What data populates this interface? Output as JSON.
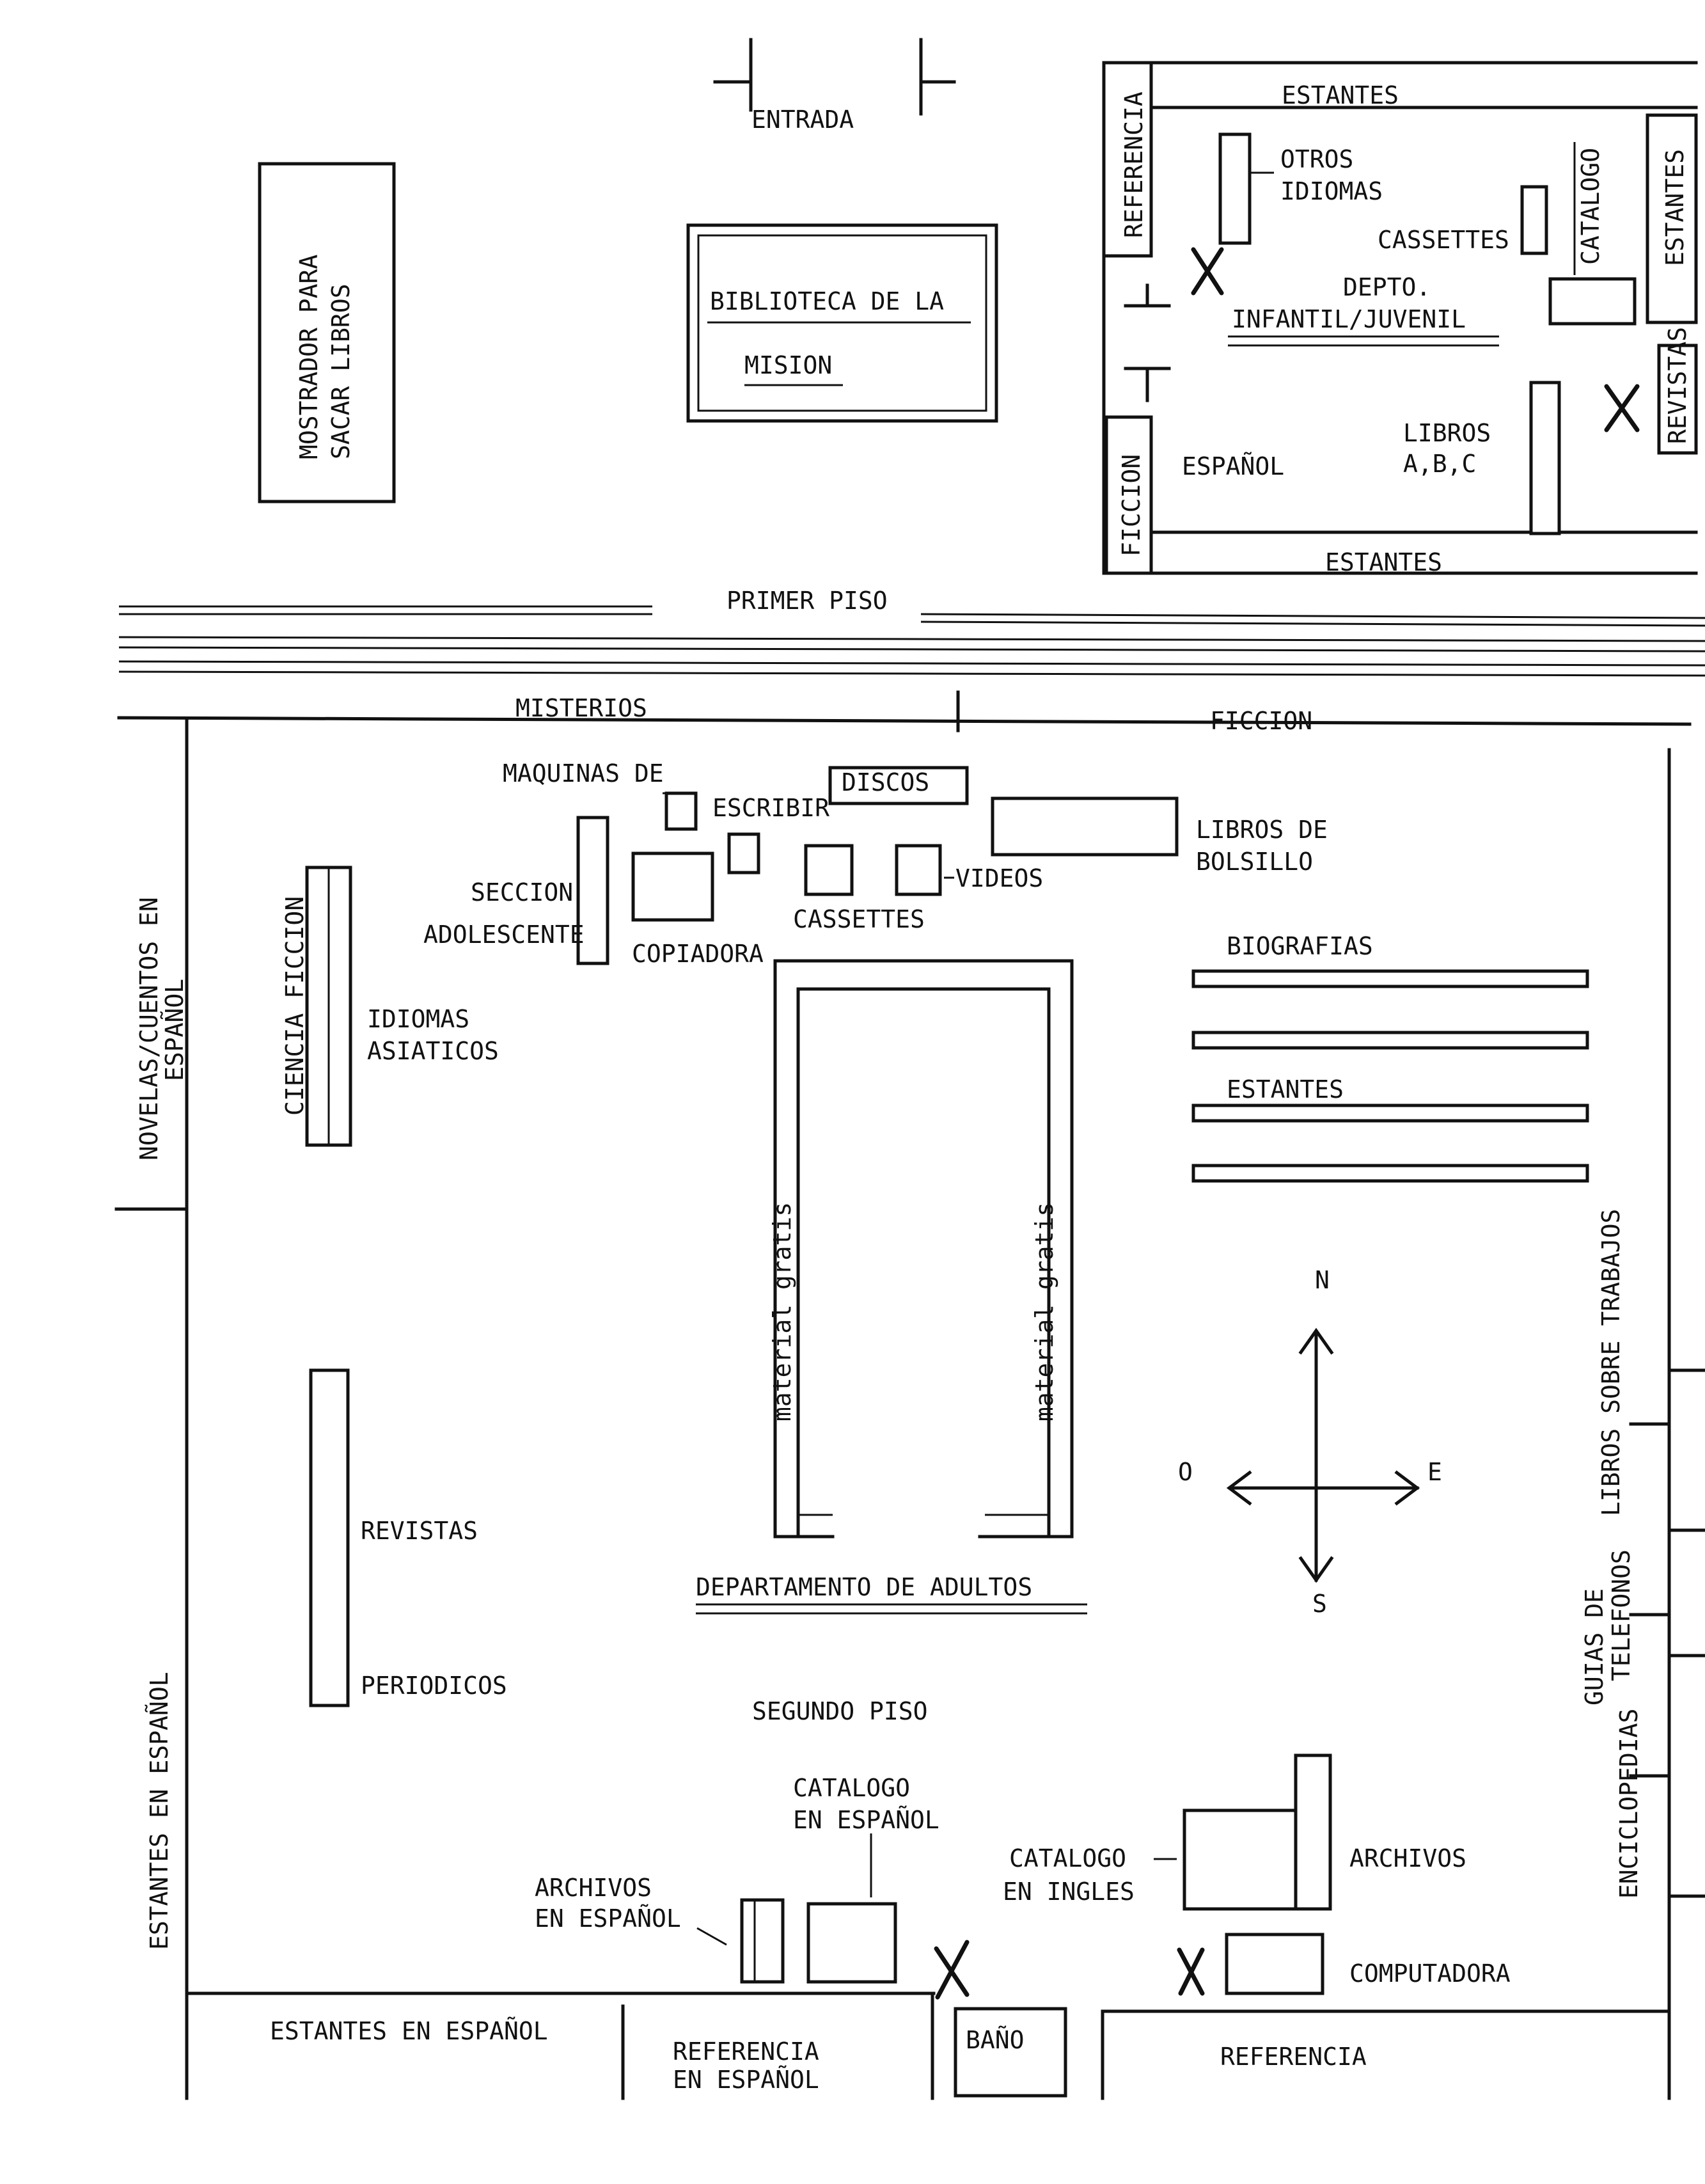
{
  "first_floor": {
    "entrada": "ENTRADA",
    "mostrador": [
      "MOSTRADOR PARA",
      "SACAR LIBROS"
    ],
    "mission_library": [
      "BIBLIOTECA DE LA",
      "MISION"
    ],
    "label": "PRIMER PISO",
    "children_dept": {
      "estantes_top": "ESTANTES",
      "estantes_bottom": "ESTANTES",
      "estantes_right": "ESTANTES",
      "referencia": "REFERENCIA",
      "otros_idiomas": [
        "OTROS",
        "IDIOMAS"
      ],
      "cassettes": "CASSETTES",
      "catalogo": "CATALOGO",
      "title": [
        "DEPTO.",
        "INFANTIL/JUVENIL"
      ],
      "revistas": "REVISTAS",
      "ficcion": "FICCION",
      "espanol": "ESPAÑOL",
      "libros": [
        "LIBROS",
        "A,B,C"
      ]
    }
  },
  "second_floor": {
    "misterios": "MISTERIOS",
    "ficcion": "FICCION",
    "maquinas": [
      "MAQUINAS DE",
      "ESCRIBIR"
    ],
    "discos": "DISCOS",
    "libros_bolsillo": [
      "LIBROS DE",
      "BOLSILLO"
    ],
    "seccion_adolescente": [
      "SECCION",
      "ADOLESCENTE"
    ],
    "copiadora": "COPIADORA",
    "cassettes": "CASSETTES",
    "videos": "VIDEOS",
    "novelas": [
      "NOVELAS/CUENTOS EN",
      "ESPAÑOL"
    ],
    "ciencia_ficcion": "CIENCIA FICCION",
    "idiomas_asiaticos": [
      "IDIOMAS",
      "ASIATICOS"
    ],
    "biografias": "BIOGRAFIAS",
    "estantes": "ESTANTES",
    "material_gratis": "material gratis",
    "guias": [
      "GUIAS DE",
      "TELEFONOS"
    ],
    "libros_trabajos": "LIBROS SOBRE TRABAJOS",
    "enciclopedias": "ENCICLOPEDIAS",
    "compass": {
      "n": "N",
      "s": "S",
      "e": "E",
      "o": "O"
    },
    "revistas": "REVISTAS",
    "periodicos": "PERIODICOS",
    "departamento_adultos": "DEPARTAMENTO DE ADULTOS",
    "label": "SEGUNDO  PISO",
    "estantes_espanol_side": "ESTANTES EN ESPAÑOL",
    "catalogo_espanol": [
      "CATALOGO",
      "EN ESPAÑOL"
    ],
    "archivos_espanol": [
      "ARCHIVOS",
      "EN ESPAÑOL"
    ],
    "catalogo_ingles": [
      "CATALOGO",
      "EN INGLES"
    ],
    "archivos": "ARCHIVOS",
    "computadora": "COMPUTADORA",
    "estantes_espanol_bottom": "ESTANTES EN ESPAÑOL",
    "referencia_espanol": [
      "REFERENCIA",
      "EN ESPAÑOL"
    ],
    "bano": "BAÑO",
    "referencia": "REFERENCIA"
  }
}
